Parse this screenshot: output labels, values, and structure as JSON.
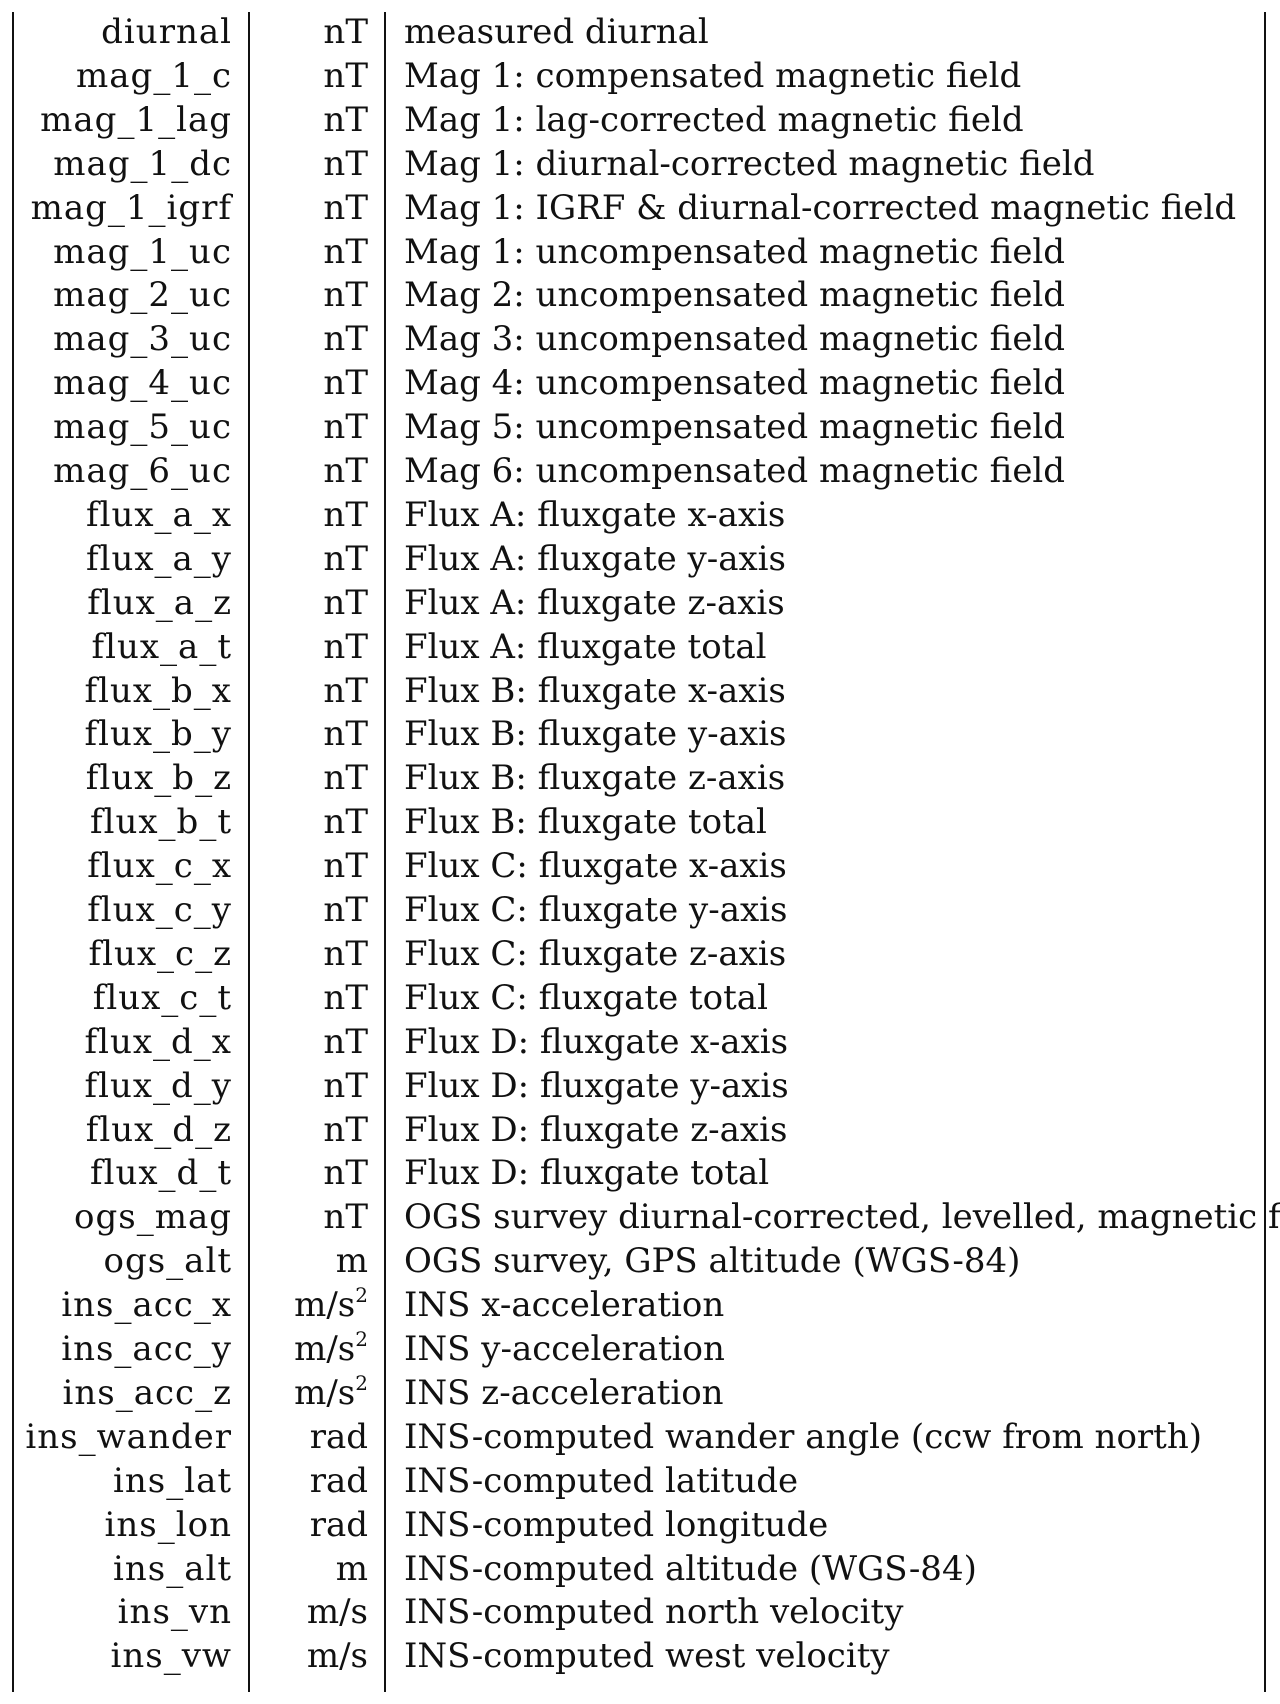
{
  "table": {
    "rows": [
      {
        "name": "diurnal",
        "unit": "nT",
        "description": "measured diurnal"
      },
      {
        "name": "mag_1_c",
        "unit": "nT",
        "description": "Mag 1: compensated magnetic field"
      },
      {
        "name": "mag_1_lag",
        "unit": "nT",
        "description": "Mag 1: lag-corrected magnetic field"
      },
      {
        "name": "mag_1_dc",
        "unit": "nT",
        "description": "Mag 1: diurnal-corrected magnetic field"
      },
      {
        "name": "mag_1_igrf",
        "unit": "nT",
        "description": "Mag 1: IGRF & diurnal-corrected magnetic field"
      },
      {
        "name": "mag_1_uc",
        "unit": "nT",
        "description": "Mag 1: uncompensated magnetic field"
      },
      {
        "name": "mag_2_uc",
        "unit": "nT",
        "description": "Mag 2: uncompensated magnetic field"
      },
      {
        "name": "mag_3_uc",
        "unit": "nT",
        "description": "Mag 3: uncompensated magnetic field"
      },
      {
        "name": "mag_4_uc",
        "unit": "nT",
        "description": "Mag 4: uncompensated magnetic field"
      },
      {
        "name": "mag_5_uc",
        "unit": "nT",
        "description": "Mag 5: uncompensated magnetic field"
      },
      {
        "name": "mag_6_uc",
        "unit": "nT",
        "description": "Mag 6: uncompensated magnetic field"
      },
      {
        "name": "flux_a_x",
        "unit": "nT",
        "description": "Flux A: fluxgate x-axis"
      },
      {
        "name": "flux_a_y",
        "unit": "nT",
        "description": "Flux A: fluxgate y-axis"
      },
      {
        "name": "flux_a_z",
        "unit": "nT",
        "description": "Flux A: fluxgate z-axis"
      },
      {
        "name": "flux_a_t",
        "unit": "nT",
        "description": "Flux A: fluxgate total"
      },
      {
        "name": "flux_b_x",
        "unit": "nT",
        "description": "Flux B: fluxgate x-axis"
      },
      {
        "name": "flux_b_y",
        "unit": "nT",
        "description": "Flux B: fluxgate y-axis"
      },
      {
        "name": "flux_b_z",
        "unit": "nT",
        "description": "Flux B: fluxgate z-axis"
      },
      {
        "name": "flux_b_t",
        "unit": "nT",
        "description": "Flux B: fluxgate total"
      },
      {
        "name": "flux_c_x",
        "unit": "nT",
        "description": "Flux C: fluxgate x-axis"
      },
      {
        "name": "flux_c_y",
        "unit": "nT",
        "description": "Flux C: fluxgate y-axis"
      },
      {
        "name": "flux_c_z",
        "unit": "nT",
        "description": "Flux C: fluxgate z-axis"
      },
      {
        "name": "flux_c_t",
        "unit": "nT",
        "description": "Flux C: fluxgate total"
      },
      {
        "name": "flux_d_x",
        "unit": "nT",
        "description": "Flux D: fluxgate x-axis"
      },
      {
        "name": "flux_d_y",
        "unit": "nT",
        "description": "Flux D: fluxgate y-axis"
      },
      {
        "name": "flux_d_z",
        "unit": "nT",
        "description": "Flux D: fluxgate z-axis"
      },
      {
        "name": "flux_d_t",
        "unit": "nT",
        "description": "Flux D: fluxgate total"
      },
      {
        "name": "ogs_mag",
        "unit": "nT",
        "description": "OGS survey diurnal-corrected, levelled, magnetic field"
      },
      {
        "name": "ogs_alt",
        "unit": "m",
        "description": "OGS survey, GPS altitude (WGS-84)"
      },
      {
        "name": "ins_acc_x",
        "unit": "m/s",
        "unit_sup": "2",
        "description": "INS x-acceleration"
      },
      {
        "name": "ins_acc_y",
        "unit": "m/s",
        "unit_sup": "2",
        "description": "INS y-acceleration"
      },
      {
        "name": "ins_acc_z",
        "unit": "m/s",
        "unit_sup": "2",
        "description": "INS z-acceleration"
      },
      {
        "name": "ins_wander",
        "unit": "rad",
        "description": "INS-computed wander angle (ccw from north)"
      },
      {
        "name": "ins_lat",
        "unit": "rad",
        "description": "INS-computed latitude"
      },
      {
        "name": "ins_lon",
        "unit": "rad",
        "description": "INS-computed longitude"
      },
      {
        "name": "ins_alt",
        "unit": "m",
        "description": "INS-computed altitude (WGS-84)"
      },
      {
        "name": "ins_vn",
        "unit": "m/s",
        "description": "INS-computed north velocity"
      },
      {
        "name": "ins_vw",
        "unit": "m/s",
        "description": "INS-computed west velocity"
      }
    ]
  }
}
